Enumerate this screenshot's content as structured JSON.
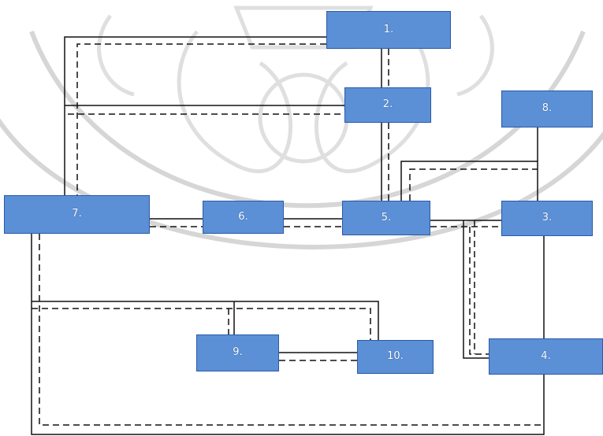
{
  "colors": {
    "box": "#5b8fd6",
    "box_border": "#2b5aa8",
    "line": "#111111",
    "watermark": "#cfcfcf"
  },
  "nodes": {
    "n1": "1.",
    "n2": "2.",
    "n3": "3.",
    "n4": "4.",
    "n5": "5.",
    "n6": "6.",
    "n7": "7.",
    "n8": "8.",
    "n9": "9.",
    "n10": "10.",
    "n_top_right": "8."
  }
}
